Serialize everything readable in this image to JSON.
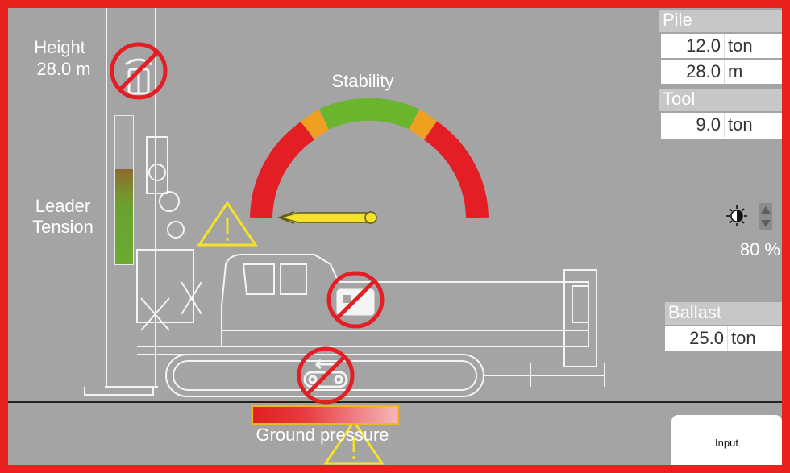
{
  "header": {
    "height_label": "Height",
    "height_value": "28.0 m",
    "leader_tension_label": "Leader\nTension",
    "stability_label": "Stability",
    "ground_pressure_label": "Ground pressure"
  },
  "pile": {
    "title": "Pile",
    "weight_value": "12.0",
    "weight_unit": "ton",
    "length_value": "28.0",
    "length_unit": "m"
  },
  "tool": {
    "title": "Tool",
    "weight_value": "9.0",
    "weight_unit": "ton"
  },
  "brightness": {
    "value": "80 %",
    "level_percent": 80
  },
  "ballast": {
    "title": "Ballast",
    "weight_value": "25.0",
    "weight_unit": "ton"
  },
  "input_button": {
    "label": "Input"
  },
  "colors": {
    "frame": "#e8201e",
    "background": "#a4a4a4",
    "warning": "#f5e12a",
    "stability_red": "#e31e24",
    "stability_orange": "#f0a020",
    "stability_green": "#6ab42e",
    "prohibited": "#e31e24"
  },
  "icons": {
    "height_limit": "hoist-prohibited-icon",
    "cab": "cab-prohibited-icon",
    "track": "track-prohibited-icon",
    "stability_warning": "warning-triangle-icon",
    "ground_warning": "warning-triangle-icon",
    "brightness": "brightness-icon"
  }
}
